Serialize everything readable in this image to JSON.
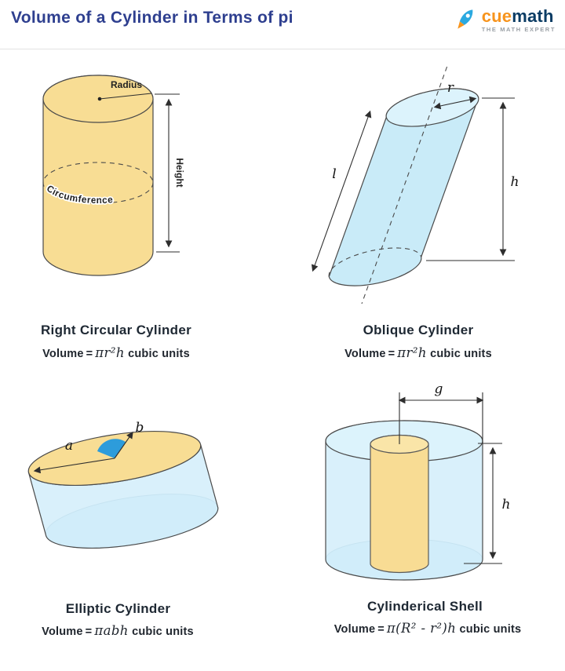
{
  "header": {
    "title": "Volume of a Cylinder in Terms of pi",
    "logo": {
      "cue": "cue",
      "math": "math",
      "tagline": "THE MATH EXPERT"
    }
  },
  "figures": {
    "right_circular": {
      "caption": "Right Circular Cylinder",
      "formula": {
        "label": "Volume",
        "eq": "=",
        "math": "πr²h",
        "suffix": "cubic units"
      },
      "labels": {
        "radius": "Radius",
        "height": "Height",
        "circumference": "Circumference"
      }
    },
    "oblique": {
      "caption": "Oblique Cylinder",
      "formula": {
        "label": "Volume",
        "eq": "=",
        "math": "πr²h",
        "suffix": "cubic units"
      },
      "labels": {
        "r": "r",
        "l": "l",
        "h": "h"
      }
    },
    "elliptic": {
      "caption": "Elliptic Cylinder",
      "formula": {
        "label": "Volume",
        "eq": "=",
        "math": "πabh",
        "suffix": "cubic units"
      },
      "labels": {
        "a": "a",
        "b": "b"
      }
    },
    "shell": {
      "caption": "Cylinderical Shell",
      "formula": {
        "label": "Volume",
        "eq": "=",
        "math": "π(R² - r²)h",
        "suffix": "cubic units"
      },
      "labels": {
        "g": "g",
        "h": "h"
      }
    }
  },
  "colors": {
    "accent_yellow": "#F8DD94",
    "accent_blue": "#C9EBF8",
    "title_blue": "#2E3F8F",
    "brand_orange": "#F7941D",
    "brand_navy": "#0B3C64"
  }
}
